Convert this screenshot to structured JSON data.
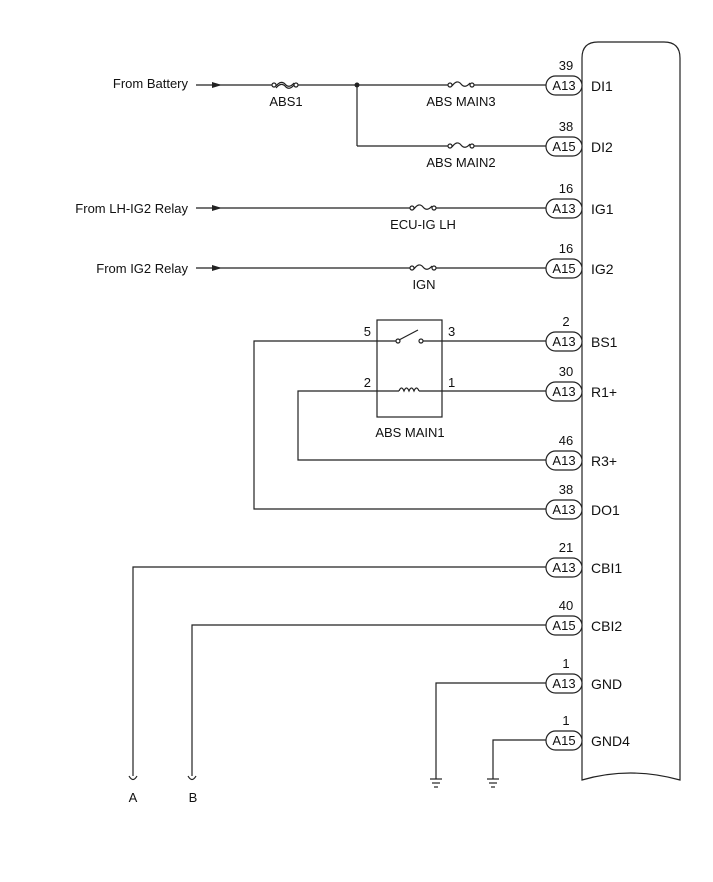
{
  "sources": [
    {
      "text": "From Battery"
    },
    {
      "text": "From LH-IG2 Relay"
    },
    {
      "text": "From IG2 Relay"
    }
  ],
  "fuses": [
    {
      "label": "ABS1"
    },
    {
      "label": "ABS MAIN3"
    },
    {
      "label": "ABS MAIN2"
    },
    {
      "label": "ECU-IG LH"
    },
    {
      "label": "IGN"
    }
  ],
  "relay": {
    "label": "ABS MAIN1",
    "pin_switch_left": "5",
    "pin_switch_right": "3",
    "pin_coil_left": "2",
    "pin_coil_right": "1"
  },
  "pins": [
    {
      "num": "39",
      "conn": "A13",
      "term": "DI1"
    },
    {
      "num": "38",
      "conn": "A15",
      "term": "DI2"
    },
    {
      "num": "16",
      "conn": "A13",
      "term": "IG1"
    },
    {
      "num": "16",
      "conn": "A15",
      "term": "IG2"
    },
    {
      "num": "2",
      "conn": "A13",
      "term": "BS1"
    },
    {
      "num": "30",
      "conn": "A13",
      "term": "R1+"
    },
    {
      "num": "46",
      "conn": "A13",
      "term": "R3+"
    },
    {
      "num": "38",
      "conn": "A13",
      "term": "DO1"
    },
    {
      "num": "21",
      "conn": "A13",
      "term": "CBI1"
    },
    {
      "num": "40",
      "conn": "A15",
      "term": "CBI2"
    },
    {
      "num": "1",
      "conn": "A13",
      "term": "GND"
    },
    {
      "num": "1",
      "conn": "A15",
      "term": "GND4"
    }
  ],
  "outputs": [
    {
      "label": "A"
    },
    {
      "label": "B"
    }
  ]
}
